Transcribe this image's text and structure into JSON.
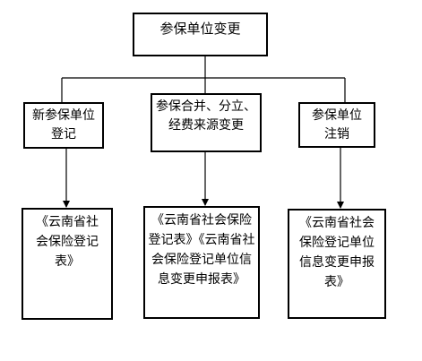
{
  "root": {
    "label": "参保单位变更"
  },
  "categories": [
    {
      "label": "新参保单位\n登记",
      "form": "《云南省社\n会保险登记\n表》"
    },
    {
      "label": "参保合并、分立、\n经费来源变更",
      "form": "《云南省社会保险\n登记表》《云南省社\n会保险登记单位信\n息变更申报表》"
    },
    {
      "label": "参保单位\n注销",
      "form": "《云南省社会\n保险登记单位\n信息变更申报\n表》"
    }
  ]
}
